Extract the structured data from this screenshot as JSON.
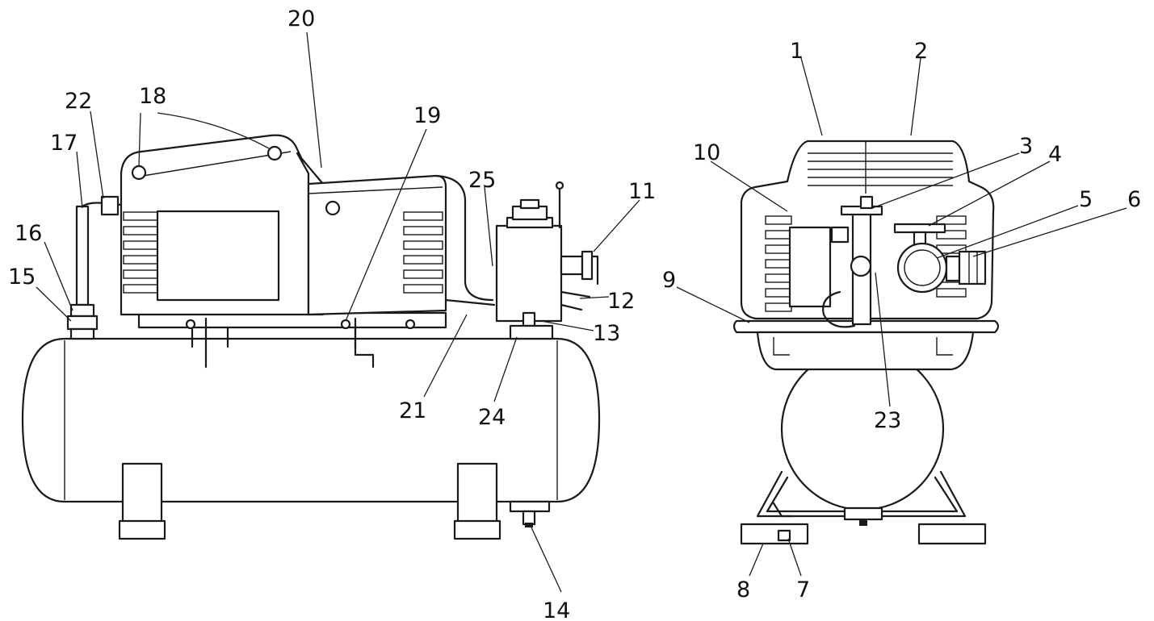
{
  "callouts": {
    "n1": "1",
    "n2": "2",
    "n3": "3",
    "n4": "4",
    "n5": "5",
    "n6": "6",
    "n7": "7",
    "n8": "8",
    "n9": "9",
    "n10": "10",
    "n11": "11",
    "n12": "12",
    "n13": "13",
    "n14": "14",
    "n15": "15",
    "n16": "16",
    "n17": "17",
    "n18": "18",
    "n19": "19",
    "n20": "20",
    "n21": "21",
    "n22": "22",
    "n23": "23",
    "n24": "24",
    "n25": "25"
  }
}
